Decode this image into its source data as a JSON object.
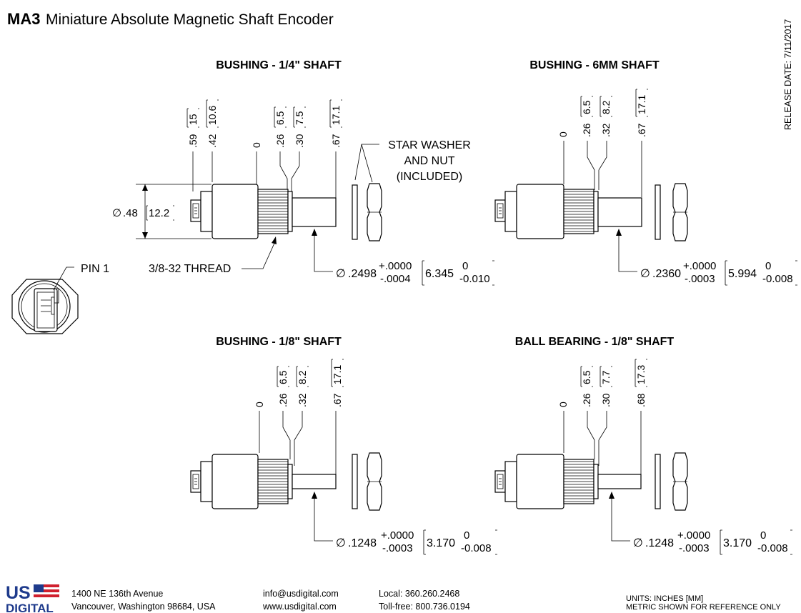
{
  "header": {
    "model": "MA3",
    "title": "Miniature Absolute Magnetic Shaft Encoder",
    "release_date": "RELEASE DATE: 7/11/2017"
  },
  "views": {
    "quarter": {
      "title": "BUSHING - 1/4\" SHAFT",
      "dims": [
        ".59",
        "15",
        ".42",
        "10.6",
        "0",
        ".26",
        "6.5",
        ".30",
        "7.5",
        ".67",
        "17.1"
      ],
      "diameter": {
        "symbol": "∅",
        "inch": ".48",
        "mm": "12.2"
      },
      "thread": "3/8-32 THREAD",
      "shaft": {
        "symbol": "∅",
        "nominal": ".2498",
        "plus": "+.0000",
        "minus": "-.0004",
        "mm": "6.345",
        "mm_plus": "0",
        "mm_minus": "-0.010"
      },
      "washer_note": [
        "STAR WASHER",
        "AND NUT",
        "(INCLUDED)"
      ],
      "pin_label": "PIN 1"
    },
    "six_mm": {
      "title": "BUSHING - 6MM SHAFT",
      "dims": [
        "0",
        ".26",
        "6.5",
        ".32",
        "8.2",
        ".67",
        "17.1"
      ],
      "shaft": {
        "symbol": "∅",
        "nominal": ".2360",
        "plus": "+.0000",
        "minus": "-.0003",
        "mm": "5.994",
        "mm_plus": "0",
        "mm_minus": "-0.008"
      }
    },
    "eighth": {
      "title": "BUSHING - 1/8\" SHAFT",
      "dims": [
        "0",
        ".26",
        "6.5",
        ".32",
        "8.2",
        ".67",
        "17.1"
      ],
      "shaft": {
        "symbol": "∅",
        "nominal": ".1248",
        "plus": "+.0000",
        "minus": "-.0003",
        "mm": "3.170",
        "mm_plus": "0",
        "mm_minus": "-0.008"
      }
    },
    "ball": {
      "title": "BALL BEARING - 1/8\" SHAFT",
      "dims": [
        "0",
        ".26",
        "6.5",
        ".30",
        "7.7",
        ".68",
        "17.3"
      ],
      "shaft": {
        "symbol": "∅",
        "nominal": ".1248",
        "plus": "+.0000",
        "minus": "-.0003",
        "mm": "3.170",
        "mm_plus": "0",
        "mm_minus": "-0.008"
      }
    }
  },
  "footer": {
    "logo_top": "US",
    "logo_bottom": "DIGITAL",
    "address_1": "1400 NE 136th Avenue",
    "address_2": "Vancouver, Washington 98684, USA",
    "email": "info@usdigital.com",
    "web": "www.usdigital.com",
    "local": "Local: 360.260.2468",
    "tollfree": "Toll-free: 800.736.0194",
    "units": "UNITS: INCHES [MM]",
    "metric_note": "METRIC SHOWN FOR REFERENCE ONLY"
  },
  "colors": {
    "logo_blue": "#1f3b8c",
    "logo_red": "#d0202e",
    "ink": "#000000"
  }
}
